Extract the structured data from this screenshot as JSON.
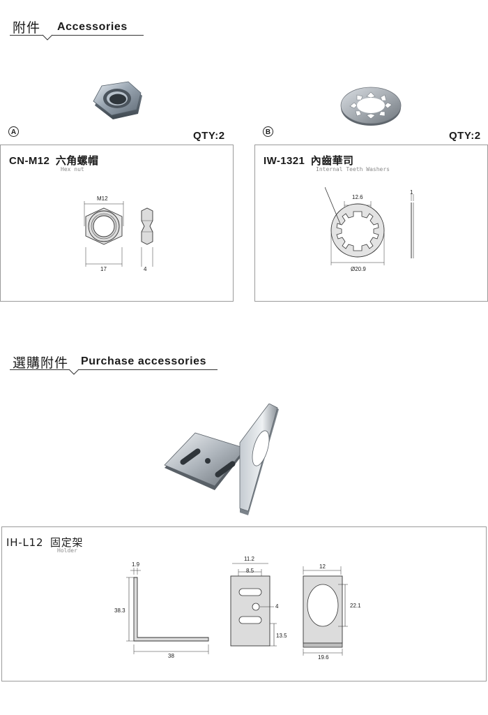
{
  "accessories": {
    "title_cn": "附件",
    "title_en": "Accessories",
    "items": [
      {
        "marker": "A",
        "qty": "QTY:2",
        "model": "CN-M12",
        "name_cn": "六角螺帽",
        "name_en": "Hex nut",
        "dims": {
          "thread": "M12",
          "width": "17",
          "thickness": "4"
        }
      },
      {
        "marker": "B",
        "qty": "QTY:2",
        "model": "IW-1321",
        "name_cn": "內齒華司",
        "name_en": "Internal Teeth Washers",
        "dims": {
          "inner": "12.6",
          "outer": "Ø20.9",
          "thickness": "1"
        }
      }
    ]
  },
  "purchase": {
    "title_cn": "選購附件",
    "title_en": "Purchase accessories",
    "item": {
      "model": "IH-L12",
      "name_cn": "固定架",
      "name_en": "Holder",
      "dims": {
        "side_thickness": "1.9",
        "side_height": "38.3",
        "side_length": "38",
        "slot_outer": "11.2",
        "slot_inner": "8.5",
        "hole": "4",
        "bottom": "13.5",
        "end_width": "12",
        "oval_height": "22.1",
        "end_total": "19.6"
      }
    }
  }
}
